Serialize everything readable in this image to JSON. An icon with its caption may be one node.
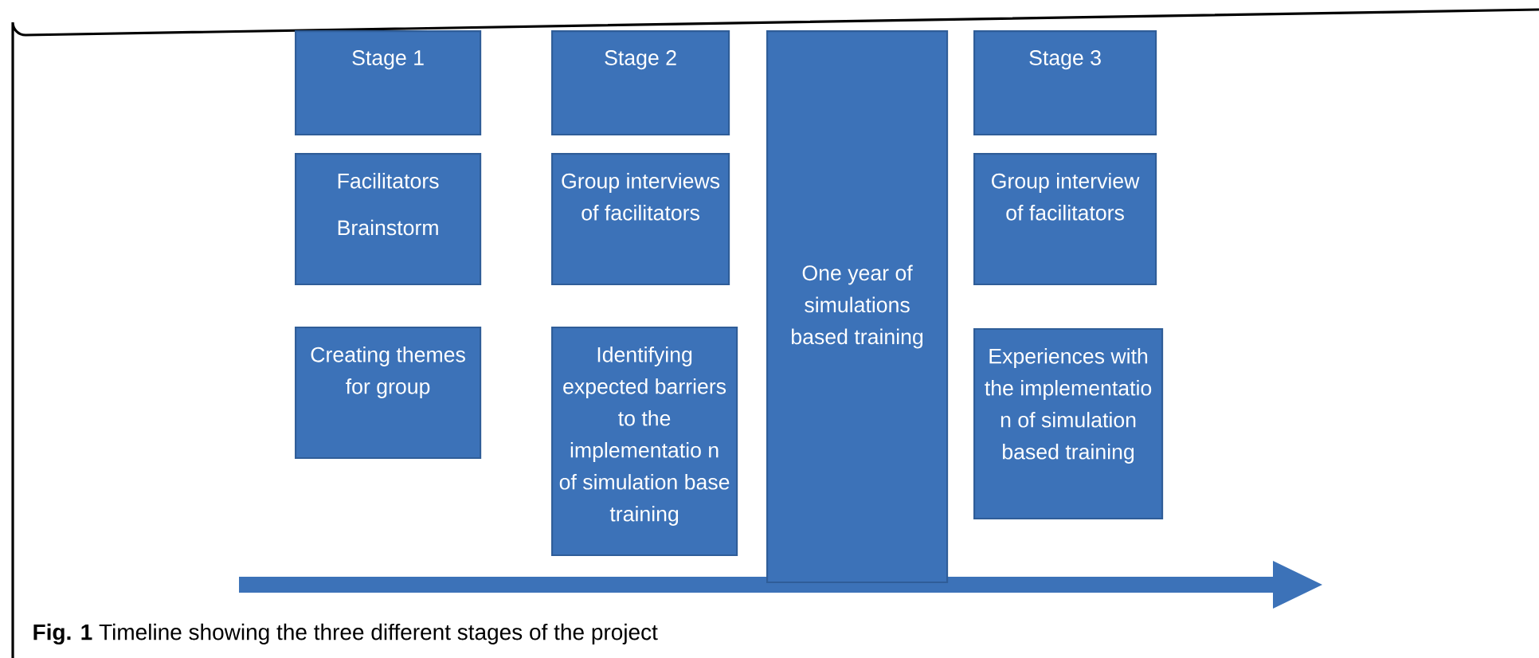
{
  "diagram": {
    "caption": "**Fig. 1** Timeline showing the three different stages of the project",
    "nodes": [
      {
        "text": [
          "Stage 1"
        ]
      },
      {
        "text": [
          "Stage 2"
        ]
      },
      {
        "text": [
          "One year of simulations based training"
        ]
      },
      {
        "text": [
          "Stage 3"
        ]
      },
      {
        "text": [
          "Facilitators",
          "Brainstorm"
        ]
      },
      {
        "text": [
          "Group interviews of facilitators"
        ]
      },
      {
        "text": [
          "Group interview of facilitators"
        ]
      },
      {
        "text": [
          "Creating themes for group"
        ]
      },
      {
        "text": [
          "Identifying expected barriers to the implementatio n of simulation base training"
        ]
      },
      {
        "text": [
          "Experiences with the implementatio n of simulation based training"
        ]
      }
    ]
  }
}
